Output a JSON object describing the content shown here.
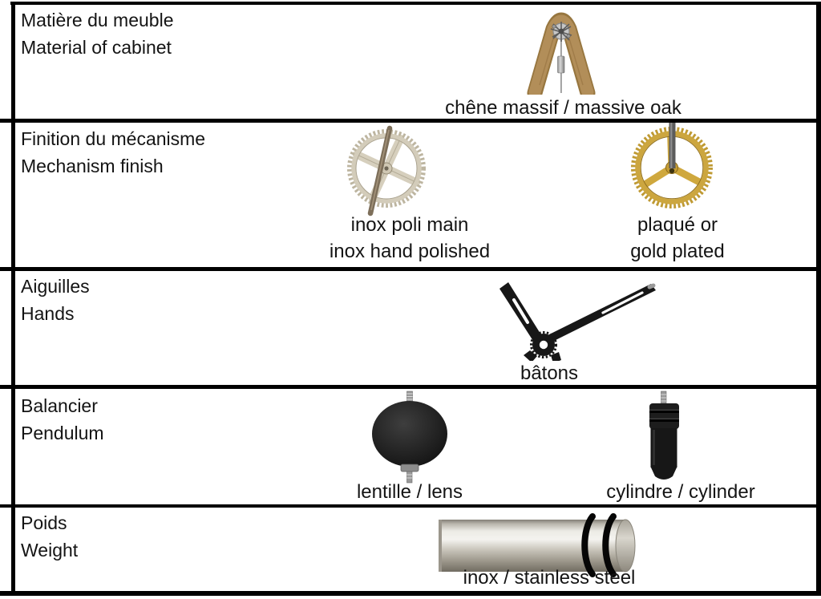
{
  "document": {
    "rows": [
      {
        "label_fr": "Matière du meuble",
        "label_en": "Material of cabinet",
        "options": [
          {
            "image": "oak-tripod-clock",
            "caption": "chêne massif / massive oak"
          }
        ]
      },
      {
        "label_fr": "Finition du mécanisme",
        "label_en": "Mechanism finish",
        "options": [
          {
            "image": "hand-polished-steel-gear",
            "caption_fr": "inox poli main",
            "caption_en": "inox hand polished"
          },
          {
            "image": "gold-plated-gear",
            "caption_fr": "plaqué or",
            "caption_en": "gold plated"
          }
        ]
      },
      {
        "label_fr": "Aiguilles",
        "label_en": "Hands",
        "options": [
          {
            "image": "baton-clock-hands",
            "caption": "bâtons"
          }
        ]
      },
      {
        "label_fr": "Balancier",
        "label_en": "Pendulum",
        "options": [
          {
            "image": "lens-pendulum-bob",
            "caption": "lentille / lens"
          },
          {
            "image": "cylinder-pendulum-bob",
            "caption": "cylindre / cylinder"
          }
        ]
      },
      {
        "label_fr": "Poids",
        "label_en": "Weight",
        "options": [
          {
            "image": "stainless-steel-weight",
            "caption": "inox / stainless steel"
          }
        ]
      }
    ],
    "colors": {
      "border": "#000000",
      "text": "#141414",
      "oak_wood": "#b28e59",
      "polished_steel": "#d6cfbd",
      "gold": "#cca63f",
      "black_parts": "#171717",
      "stainless_steel": "#cdc9c0"
    }
  }
}
